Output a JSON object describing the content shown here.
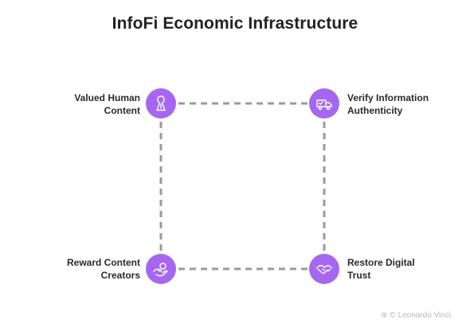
{
  "title": "InfoFi Economic Infrastructure",
  "nodes": {
    "valued": {
      "line1": "Valued Human",
      "line2": "Content",
      "icon": "person-outline-icon"
    },
    "verify": {
      "line1": "Verify Information",
      "line2": "Authenticity",
      "icon": "truck-check-icon"
    },
    "reward": {
      "line1": "Reward Content",
      "line2": "Creators",
      "icon": "coin-hand-icon"
    },
    "restore": {
      "line1": "Restore Digital",
      "line2": "Trust",
      "icon": "handshake-icon"
    }
  },
  "watermark": {
    "symbol": "⊛ ©",
    "text": "Leonardo Vinci"
  },
  "colors": {
    "node": "#a567f0",
    "connector": "#9a9a9a",
    "title": "#222222"
  }
}
